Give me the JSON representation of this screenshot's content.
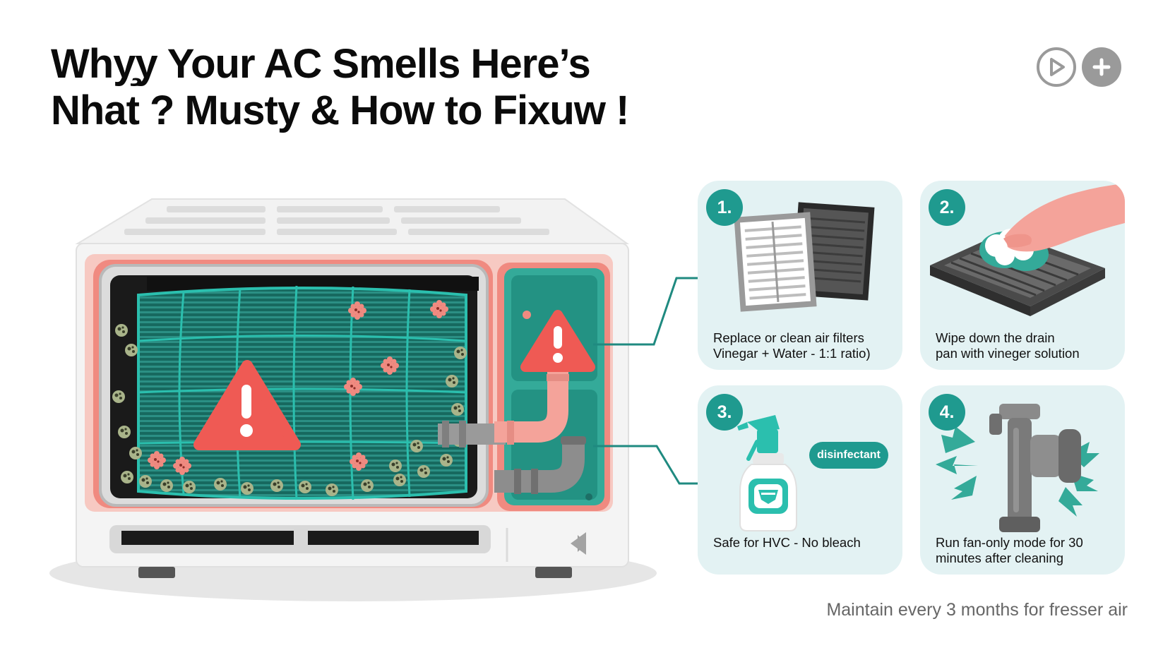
{
  "header": {
    "title_line1": "Why̧y Your AC Smells Here’s",
    "title_line2": "Nhat ? Musty  & How to Fixuw !",
    "play_button": "play-icon",
    "add_button": "plus-icon"
  },
  "illustration": {
    "unit_icon": "air-conditioner-icon",
    "warning_icon": "warning-icon",
    "mold_icon": "mold-icon"
  },
  "steps": [
    {
      "number": "1.",
      "icon": "air-filter-icon",
      "line1": "Replace or clean air filters",
      "line2": "Vinegar + Water - 1:1 ratio)"
    },
    {
      "number": "2.",
      "icon": "drain-pan-icon",
      "line1": "Wipe down the drain",
      "line2": "pan with vineger solution"
    },
    {
      "number": "3.",
      "icon": "spray-bottle-icon",
      "line1": "Safe for HVC - No bleach",
      "line2": "",
      "tag": "disinfectant"
    },
    {
      "number": "4.",
      "icon": "fan-icon",
      "line1": "Run fan-only mode for 30",
      "line2": "minutes after cleaning"
    }
  ],
  "footer": {
    "note": "Maintain every 3 months for fresser air"
  },
  "colors": {
    "teal": "#1f9a8f",
    "coral": "#f08a80",
    "red": "#ef5a54",
    "card": "#e3f2f3",
    "mold": "#a9b48a"
  }
}
